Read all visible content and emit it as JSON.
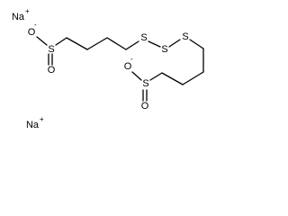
{
  "molecule": {
    "sodium_1": {
      "symbol": "Na",
      "charge": "+"
    },
    "sodium_2": {
      "symbol": "Na",
      "charge": "+"
    },
    "oxygen_minus_1": {
      "symbol": "O",
      "charge": "-"
    },
    "sulfur_1": {
      "symbol": "S"
    },
    "oxygen_double_1": {
      "symbol": "O"
    },
    "sulfur_2": {
      "symbol": "S"
    },
    "sulfur_3": {
      "symbol": "S"
    },
    "sulfur_4": {
      "symbol": "S"
    },
    "oxygen_minus_2": {
      "symbol": "O",
      "charge": "-"
    },
    "sulfur_5": {
      "symbol": "S"
    },
    "oxygen_double_2": {
      "symbol": "O"
    }
  }
}
